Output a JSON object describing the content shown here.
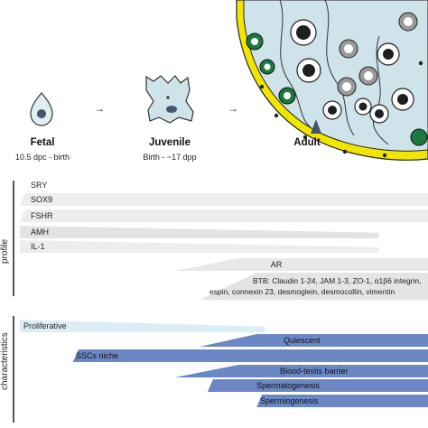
{
  "stages": [
    {
      "title": "Fetal",
      "subtitle": "10.5 dpc - birth"
    },
    {
      "title": "Juvenile",
      "subtitle": "Birth - ~17 dpp"
    },
    {
      "title": "Adult",
      "subtitle": ""
    }
  ],
  "arrows": [
    "→",
    "→"
  ],
  "side_labels": {
    "profile": "profile",
    "characteristics": "characteristics"
  },
  "profile_rows": [
    {
      "label": "SRY",
      "start": 0.0,
      "end": 0.0,
      "color": "#ffffff",
      "shape": "plain"
    },
    {
      "label": "SOX9",
      "start": 0.0,
      "end": 1.0,
      "color": "#ededed",
      "shape": "band"
    },
    {
      "label": "FSHR",
      "start": 0.0,
      "end": 1.0,
      "color": "#ededed",
      "shape": "band"
    },
    {
      "label": "AMH",
      "start": 0.0,
      "end": 0.88,
      "color": "#e3e3e3",
      "shape": "taper-right"
    },
    {
      "label": "IL-1",
      "start": 0.0,
      "end": 0.88,
      "color": "#ededed",
      "shape": "taper-right"
    },
    {
      "label": "AR",
      "start": 0.38,
      "end": 1.0,
      "color": "#e8e8e8",
      "shape": "taper-left"
    },
    {
      "label": "BTB: Claudin 1-24, JAM 1-3, ZO-1, α1β6 integrin,",
      "label2": "espin, connexin 23, desmoglein, desmocollin, vimentin",
      "start": 0.44,
      "end": 1.0,
      "color": "#e4e4e4",
      "shape": "taper-left"
    }
  ],
  "char_rows": [
    {
      "label": "Proliferative",
      "start": 0.0,
      "end": 0.6,
      "color": "#dbeef6",
      "shape": "taper-right",
      "text_color": "#222222"
    },
    {
      "label": "Quiescent",
      "start": 0.44,
      "end": 1.0,
      "color": "#6b87c4",
      "shape": "taper-left",
      "text_color": "#111111"
    },
    {
      "label": "SSCs niche",
      "start": 0.13,
      "end": 1.0,
      "color": "#6b87c4",
      "shape": "band",
      "text_color": "#111111"
    },
    {
      "label": "Blood-testis barrier",
      "start": 0.38,
      "end": 1.0,
      "color": "#6b87c4",
      "shape": "taper-left",
      "text_color": "#111111"
    },
    {
      "label": "Spermatogenesis",
      "start": 0.46,
      "end": 1.0,
      "color": "#6b87c4",
      "shape": "band",
      "text_color": "#111111"
    },
    {
      "label": "Spermiogenesis",
      "start": 0.58,
      "end": 1.0,
      "color": "#6b87c4",
      "shape": "band",
      "text_color": "#111111"
    }
  ],
  "colors": {
    "tubule_fill": "#cfe3ea",
    "basement": "#f2e600",
    "cell_dark": "#1f1f1f",
    "cell_green": "#1b7a3e",
    "cell_grey": "#9a9a9a"
  }
}
